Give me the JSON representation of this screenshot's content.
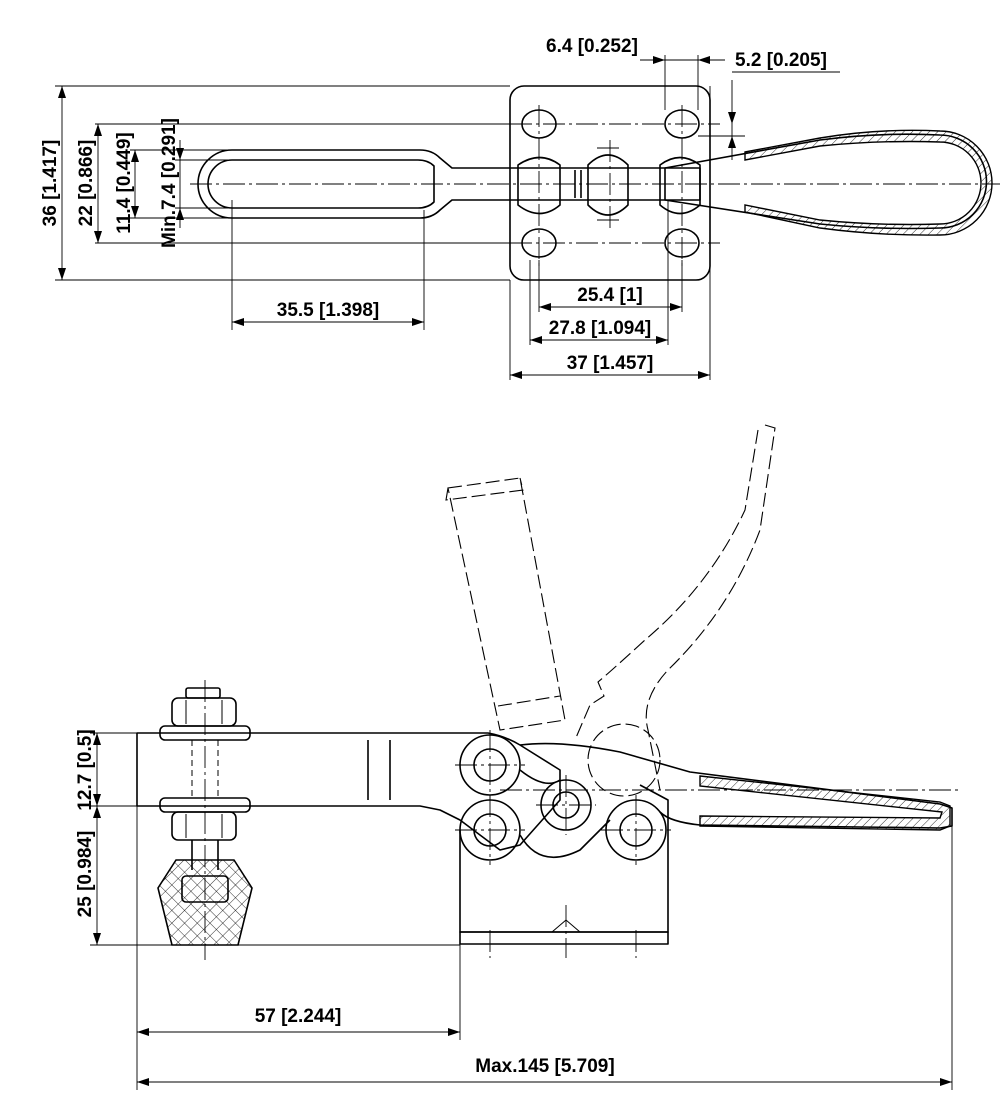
{
  "dimensions": {
    "top_view": {
      "hole_dia_side": "6.4 [0.252]",
      "grip_offset": "5.2 [0.205]",
      "height_overall": "36 [1.417]",
      "hole_spacing_v": "22 [0.866]",
      "bar_width": "11.4 [0.449]",
      "slot_min": "Min.7.4 [0.291]",
      "slot_length": "35.5 [1.398]",
      "hole_spacing_h": "25.4 [1]",
      "slot_center": "27.8 [1.094]",
      "base_width": "37 [1.457]"
    },
    "side_view": {
      "arm_height_total": "25 [0.984]",
      "arm_thickness": "12.7 [0.5]",
      "spindle_reach": "57 [2.244]",
      "max_length": "Max.145 [5.709]"
    }
  }
}
